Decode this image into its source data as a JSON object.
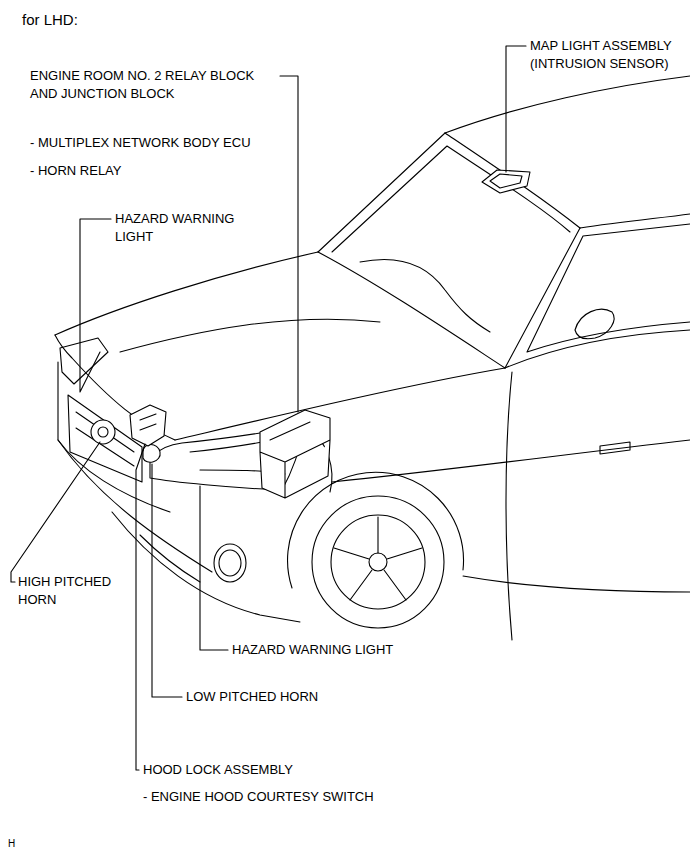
{
  "diagram": {
    "title": "for LHD:",
    "labels": [
      "MAP LIGHT ASSEMBLY (INTRUSION SENSOR)",
      "ENGINE ROOM NO. 2 RELAY BLOCK AND JUNCTION BLOCK",
      "- MULTIPLEX NETWORK BODY ECU",
      "- HORN RELAY",
      "HAZARD WARNING LIGHT",
      "HIGH PITCHED HORN",
      "HAZARD WARNING LIGHT",
      "LOW PITCHED HORN",
      "HOOD LOCK ASSEMBLY",
      "- ENGINE HOOD COURTESY SWITCH",
      "H"
    ]
  }
}
